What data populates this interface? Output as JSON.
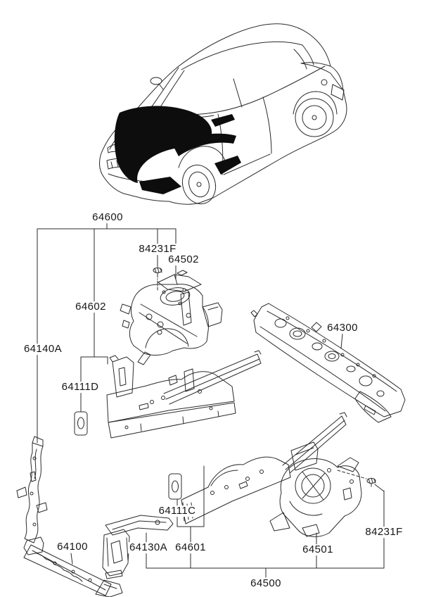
{
  "diagram": {
    "type": "exploded-parts-diagram",
    "background": "#ffffff",
    "line_color": "#2b2b2b",
    "highlight_fill": "#0d0d0d",
    "labels": {
      "l64600": "64600",
      "l84231f_top": "84231F",
      "l64502": "64502",
      "l64602": "64602",
      "l64300": "64300",
      "l64140a": "64140A",
      "l64111d": "64111D",
      "l64111c": "64111C",
      "l64100": "64100",
      "l64130a": "64130A",
      "l64601": "64601",
      "l64501": "64501",
      "l84231f_bottom": "84231F",
      "l64500": "64500"
    }
  }
}
